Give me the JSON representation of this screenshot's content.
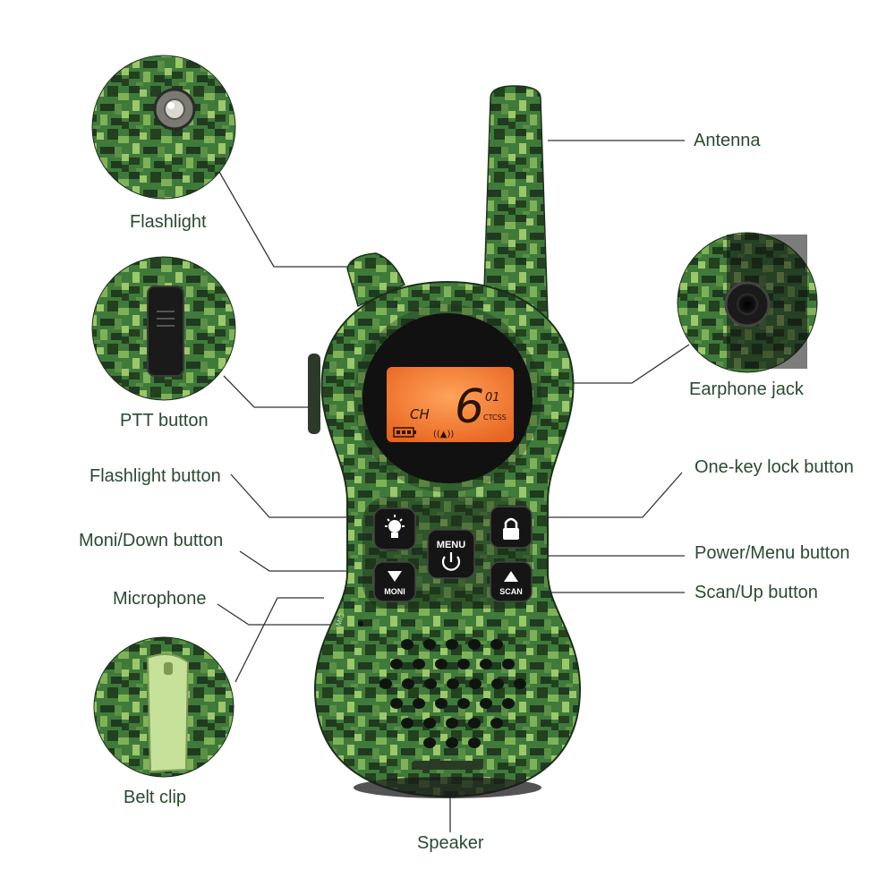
{
  "labels": {
    "antenna": "Antenna",
    "flashlight": "Flashlight",
    "earphone_jack": "Earphone jack",
    "ptt_button": "PTT button",
    "flashlight_button": "Flashlight button",
    "one_key_lock_button": "One-key lock button",
    "moni_down_button": "Moni/Down button",
    "power_menu_button": "Power/Menu button",
    "microphone": "Microphone",
    "scan_up_button": "Scan/Up button",
    "belt_clip": "Belt clip",
    "speaker": "Speaker"
  },
  "display": {
    "mode_label": "CH",
    "channel_digit": "6",
    "sub_code": "01",
    "code_type": "CTCSS",
    "backlight_color": "#f07a2a"
  },
  "buttons": {
    "menu": "MENU",
    "moni": "MONI",
    "scan": "SCAN"
  },
  "device_text": {
    "mic_label": "MIC"
  },
  "colors": {
    "label_text": "#2b4a2e",
    "leader_line": "#333333",
    "camo_dark": "#1f3a20",
    "camo_mid": "#3f7a3a",
    "camo_light": "#9cc76a",
    "belt_clip": "#c6e29a"
  },
  "icons": {
    "flashlight_button": "bulb-icon",
    "lock_button": "lock-icon",
    "menu_button": "power-icon",
    "moni_button": "triangle-down-icon",
    "scan_button": "triangle-up-icon"
  }
}
